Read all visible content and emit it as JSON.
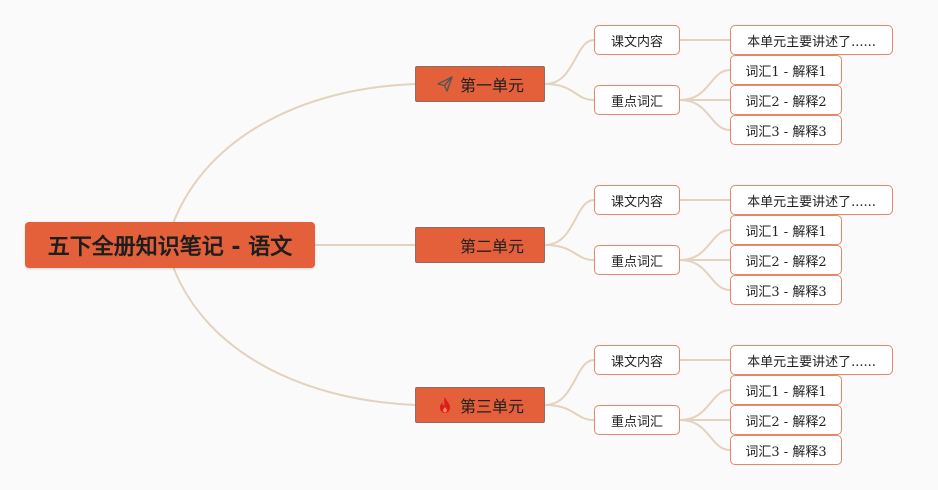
{
  "root": {
    "title": "五下全册知识笔记 - 语文"
  },
  "units": [
    {
      "label": "第一单元",
      "icon": "paper-plane-icon",
      "content_label": "课文内容",
      "content_text": "本单元主要讲述了......",
      "vocab_label": "重点词汇",
      "vocab": [
        "词汇1 - 解释1",
        "词汇2 - 解释2",
        "词汇3 - 解释3"
      ]
    },
    {
      "label": "第二单元",
      "icon": "none",
      "content_label": "课文内容",
      "content_text": "本单元主要讲述了......",
      "vocab_label": "重点词汇",
      "vocab": [
        "词汇1 - 解释1",
        "词汇2 - 解释2",
        "词汇3 - 解释3"
      ]
    },
    {
      "label": "第三单元",
      "icon": "flame-icon",
      "content_label": "课文内容",
      "content_text": "本单元主要讲述了......",
      "vocab_label": "重点词汇",
      "vocab": [
        "词汇1 - 解释1",
        "词汇2 - 解释2",
        "词汇3 - 解释3"
      ]
    }
  ],
  "colors": {
    "node_fill": "#e3603b",
    "node_border": "#e8866b",
    "connector": "#e3d2bd",
    "background": "#fafafa"
  }
}
